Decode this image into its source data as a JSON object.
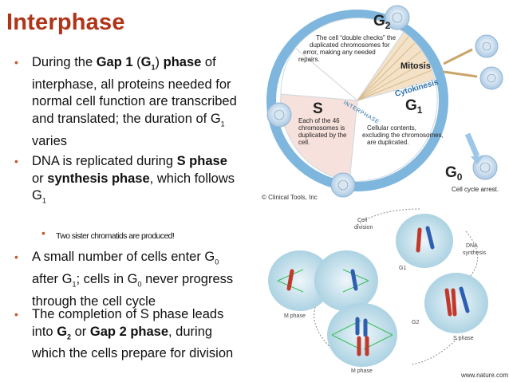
{
  "title": "Interphase",
  "bullets": {
    "b1": {
      "pre": "During the ",
      "bold1": "Gap 1",
      "paren_open": " (",
      "g": "G",
      "sub": "1",
      "paren_close": ") ",
      "bold2": "phase",
      "post": " of interphase, all proteins needed for normal cell function are transcribed and translated; the duration of G",
      "sub2": "1",
      "tail": " varies"
    },
    "b2": {
      "pre": "DNA is replicated during ",
      "bold1": "S phase",
      "mid": " or ",
      "bold2": "synthesis phase",
      "post": ", which follows G",
      "sub": "1"
    },
    "b3": {
      "text": "Two sister chromatids are produced!"
    },
    "b4": {
      "pre": "A small number of cells enter G",
      "sub": "0",
      "mid": " after G",
      "sub2": "1",
      "mid2": "; cells in G",
      "sub3": "0",
      "post": " never progress through the cell cycle"
    },
    "b5": {
      "pre": "The completion of S phase leads into ",
      "bold1": "G",
      "sub": "2",
      "mid": " or ",
      "bold2": "Gap 2 phase",
      "post": ", during which the cells prepare for division"
    }
  },
  "cycle": {
    "g2": "G",
    "g2_sub": "2",
    "g2_desc": [
      "The cell “double checks” the",
      "duplicated chromosomes for",
      "error, making any needed",
      "repairs."
    ],
    "mitosis": "Mitosis",
    "cytokinesis": "Cytokinesis",
    "interphase": "INTERPHASE",
    "s": "S",
    "s_desc": [
      "Each of the 46",
      "chromosomes is",
      "duplicated by the",
      "cell."
    ],
    "g1": "G",
    "g1_sub": "1",
    "g1_desc": [
      "Cellular contents,",
      "excluding the chromosomes,",
      "are duplicated."
    ],
    "g0": "G",
    "g0_sub": "0",
    "g0_desc": "Cell cycle arrest.",
    "credit": "© Clinical Tools, Inc"
  },
  "cells": {
    "cell_division": [
      "Cell",
      "division"
    ],
    "dna_synthesis": [
      "DNA",
      "synthesis"
    ],
    "g1": "G1",
    "m_phase_left": "M phase",
    "s_phase": "S phase",
    "g2": "G2",
    "m_phase_bottom": "M phase",
    "credit": "www.nature.com"
  },
  "colors": {
    "title": "#b03418",
    "bullet": "#c05a2a",
    "ring": "#7eb6de",
    "cell_bg": "#d6e9f1"
  }
}
